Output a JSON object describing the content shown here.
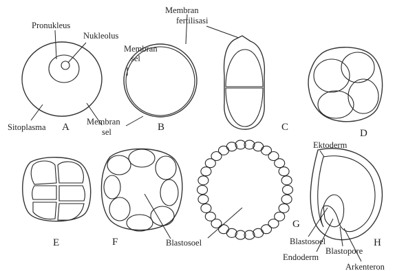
{
  "labels": {
    "pronukleus": "Pronukleus",
    "nukleolus": "Nukleolus",
    "membran_fertilisasi_1": "Membran",
    "membran_fertilisasi_2": "fertilisasi",
    "membran_sel_a_1": "Membran",
    "membran_sel_a_2": "sel",
    "membran_sel_b_1": "Membran",
    "membran_sel_b_2": "sel",
    "sitoplasma": "Sitoplasma",
    "blastosoel_f": "Blastosoel",
    "ektoderm": "Ektoderm",
    "blastosoel_h": "Blastosoel",
    "endoderm": "Endoderm",
    "blastopore": "Blastopore",
    "arkenteron": "Arkenteron"
  },
  "stages": [
    "A",
    "B",
    "C",
    "D",
    "E",
    "F",
    "G",
    "H"
  ]
}
